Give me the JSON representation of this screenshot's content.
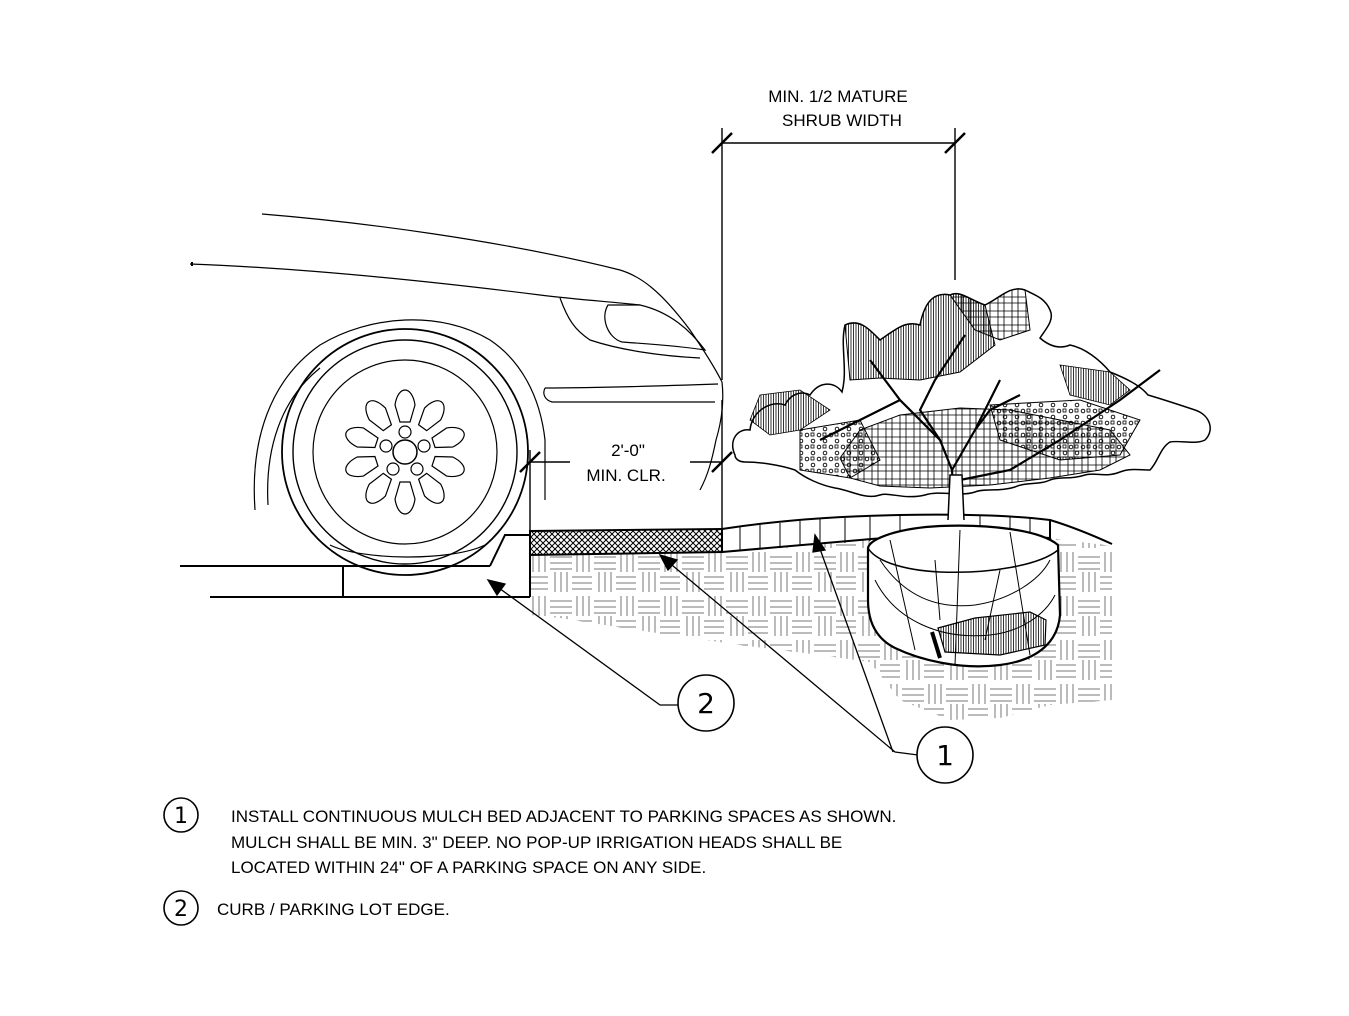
{
  "dimensions": {
    "shrub_width": {
      "line1": "MIN. 1/2 MATURE",
      "line2": "SHRUB WIDTH"
    },
    "clearance": {
      "line1": "2'-0\"",
      "line2": "MIN. CLR."
    }
  },
  "callouts": [
    {
      "id": "1",
      "label": "1"
    },
    {
      "id": "2",
      "label": "2"
    }
  ],
  "notes": [
    {
      "number": "1",
      "lines": [
        "INSTALL CONTINUOUS MULCH BED ADJACENT TO PARKING SPACES AS SHOWN.",
        "MULCH SHALL BE MIN. 3\" DEEP.  NO POP-UP IRRIGATION HEADS SHALL BE",
        "LOCATED WITHIN 24\" OF A PARKING SPACE ON ANY SIDE."
      ]
    },
    {
      "number": "2",
      "lines": [
        "CURB / PARKING LOT EDGE."
      ]
    }
  ]
}
